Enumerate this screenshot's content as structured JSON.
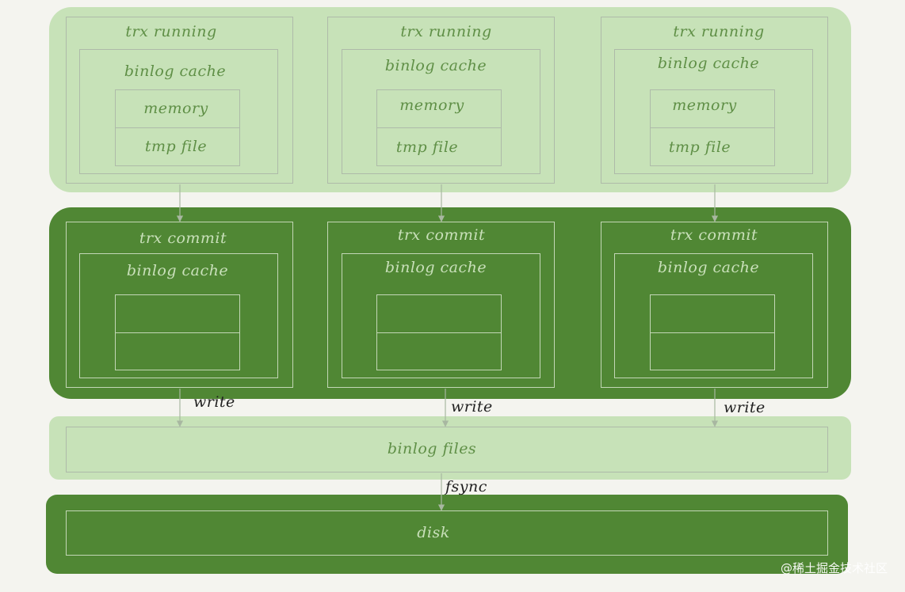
{
  "running": {
    "columns": [
      {
        "title": "trx running",
        "cache_label": "binlog cache",
        "memory_label": "memory",
        "tmp_label": "tmp file"
      },
      {
        "title": "trx running",
        "cache_label": "binlog cache",
        "memory_label": "memory",
        "tmp_label": "tmp file"
      },
      {
        "title": "trx running",
        "cache_label": "binlog cache",
        "memory_label": "memory",
        "tmp_label": "tmp file"
      }
    ]
  },
  "commit": {
    "columns": [
      {
        "title": "trx commit",
        "cache_label": "binlog cache"
      },
      {
        "title": "trx commit",
        "cache_label": "binlog cache"
      },
      {
        "title": "trx commit",
        "cache_label": "binlog cache"
      }
    ]
  },
  "edges": {
    "write_labels": [
      "write",
      "write",
      "write"
    ],
    "fsync_label": "fsync"
  },
  "files": {
    "label": "binlog files"
  },
  "disk": {
    "label": "disk"
  },
  "watermark": "@稀土掘金技术社区",
  "colors": {
    "background": "#f4f4ef",
    "light_green": "#c7e2b8",
    "dark_green": "#508734",
    "light_text": "#5f8f46",
    "dark_text": "#c9e0ba"
  }
}
